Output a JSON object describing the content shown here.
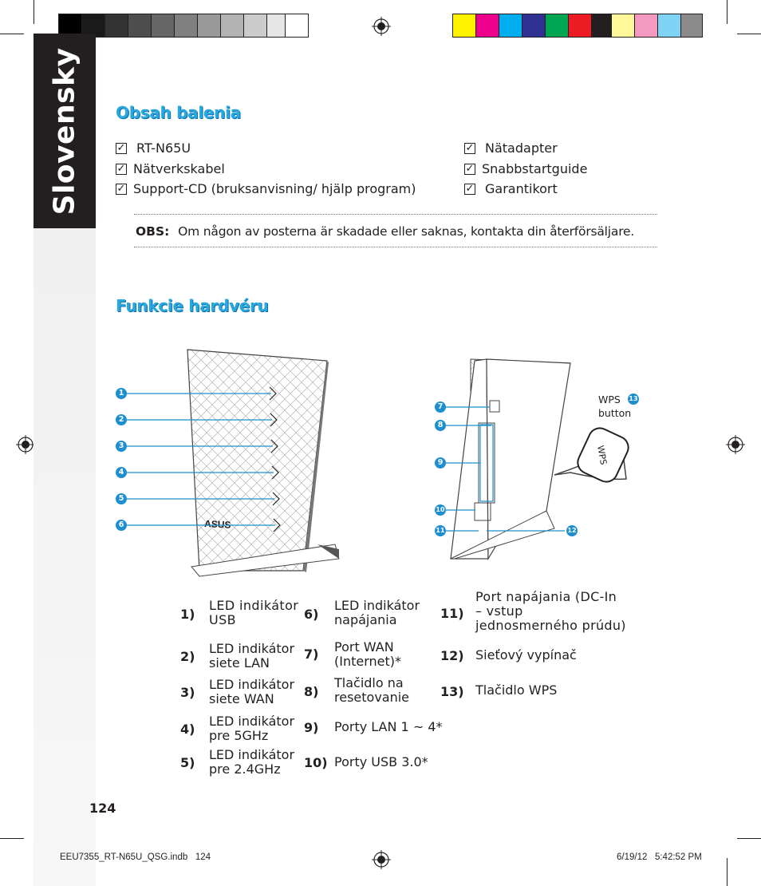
{
  "side_tab": {
    "label": "Slovensky"
  },
  "section1": {
    "title": "Obsah balenia",
    "items_left": [
      "RT-N65U",
      "Nätverkskabel",
      "Support-CD (bruksanvisning/ hjälp program)"
    ],
    "items_right": [
      "Nätadapter",
      "Snabbstartguide",
      "Garantikort"
    ],
    "check_mark": "✓"
  },
  "note": {
    "label": "OBS",
    "text": "Om någon av posterna är skadade eller saknas, kontakta din återförsäljare."
  },
  "section2": {
    "title": "Funkcie hardvéru"
  },
  "figure": {
    "callouts_left": [
      "1",
      "2",
      "3",
      "4",
      "5",
      "6"
    ],
    "callouts_right": [
      "7",
      "8",
      "9",
      "10",
      "11",
      "12"
    ],
    "wps_callout": "13",
    "wps_label_line1": "WPS",
    "wps_label_line2": "button",
    "wps_button_text": "WPS",
    "brand_logo": "ASUS"
  },
  "features": [
    {
      "num": "1)",
      "text": "LED indikátor USB"
    },
    {
      "num": "2)",
      "text": "LED indikátor siete LAN"
    },
    {
      "num": "3)",
      "text": "LED indikátor siete WAN"
    },
    {
      "num": "4)",
      "text": "LED indikátor pre 5GHz"
    },
    {
      "num": "5)",
      "text": "LED indikátor pre 2.4GHz"
    },
    {
      "num": "6)",
      "text": "LED indikátor napájania"
    },
    {
      "num": "7)",
      "text": "Port WAN (Internet)*"
    },
    {
      "num": "8)",
      "text": "Tlačidlo na resetovanie"
    },
    {
      "num": "9)",
      "text": "Porty LAN 1 ~ 4*"
    },
    {
      "num": "10)",
      "text": "Porty USB 3.0*"
    },
    {
      "num": "11)",
      "text": "Port napájania (DC-In – vstup jednosmerného prúdu)"
    },
    {
      "num": "12)",
      "text": "Sieťový vypínač"
    },
    {
      "num": "13)",
      "text": "Tlačidlo WPS"
    }
  ],
  "page_number": "124",
  "footer": {
    "file": "EEU7355_RT-N65U_QSG.indb   124",
    "timestamp": "6/19/12   5:42:52 PM"
  },
  "colors": {
    "heading": "#2aa7df",
    "callout": "#1d8fd0",
    "tab": "#231f20"
  }
}
